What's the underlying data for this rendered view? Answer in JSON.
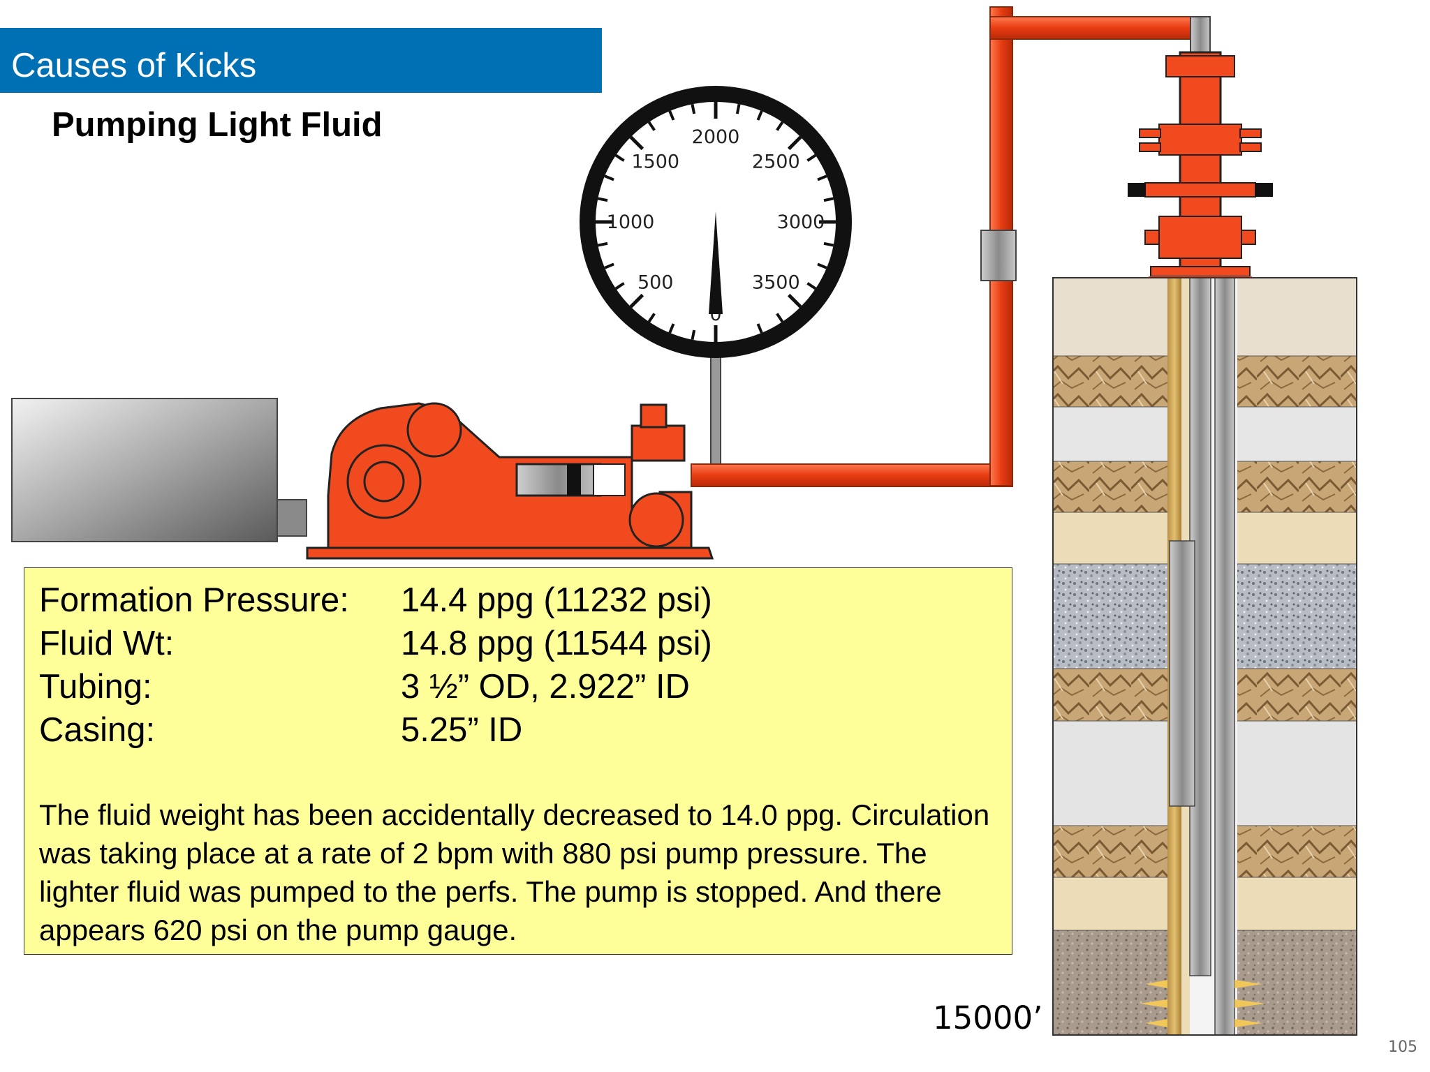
{
  "header": {
    "title": "Causes of Kicks",
    "bar_color": "#0070b4"
  },
  "subtitle": "Pumping Light Fluid",
  "gauge": {
    "labels": [
      "0",
      "500",
      "1000",
      "1500",
      "2000",
      "2500",
      "3000",
      "3500"
    ],
    "needle_reading": 0
  },
  "info": {
    "specs": [
      {
        "label": "Formation Pressure:",
        "value": "14.4 ppg (11232 psi)"
      },
      {
        "label": "Fluid Wt:",
        "value": "14.8 ppg (11544 psi)"
      },
      {
        "label": "Tubing:",
        "value": "3 ½” OD, 2.922” ID"
      },
      {
        "label": "Casing:",
        "value": "5.25” ID"
      }
    ],
    "description": "The fluid weight has been accidentally decreased to 14.0 ppg. Circulation was taking place at a rate of 2 bpm with 880 psi pump pressure. The lighter fluid was pumped to the perfs. The pump is stopped. And there appears 620 psi on the pump gauge."
  },
  "well": {
    "depth_label": "15000’"
  },
  "page_number": "105",
  "colors": {
    "equipment": "#f04a1e",
    "tubing": "#9a9a9a",
    "box_fill": "#ffff99"
  }
}
